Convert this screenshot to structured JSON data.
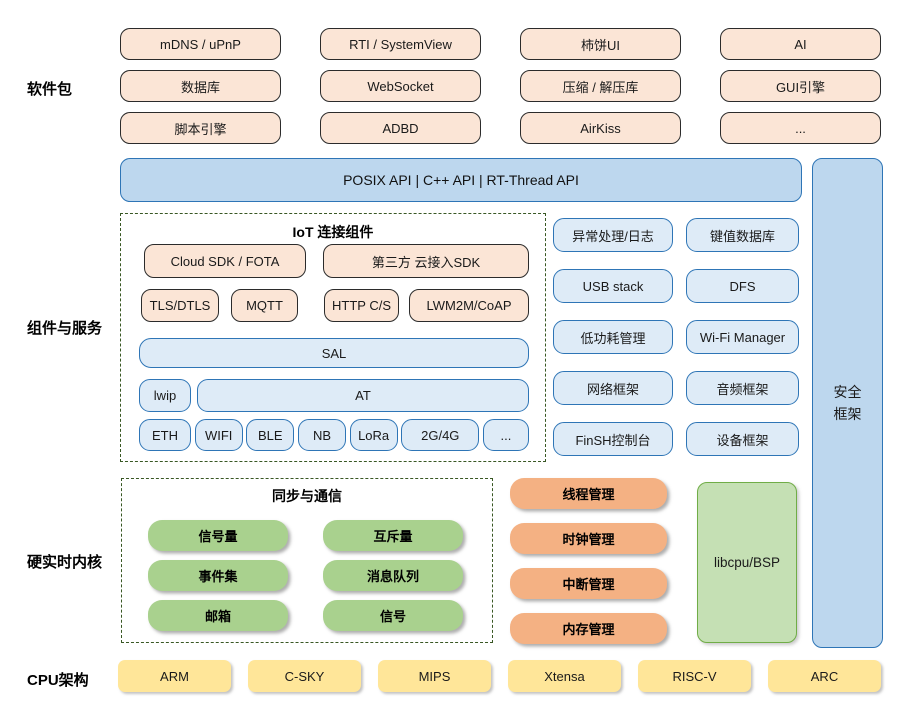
{
  "side_labels": {
    "packages": "软件包",
    "components": "组件与服务",
    "kernel": "硬实时内核",
    "cpu": "CPU架构"
  },
  "packages": {
    "items": [
      "mDNS / uPnP",
      "RTI / SystemView",
      "柿饼UI",
      "AI",
      "数据库",
      "WebSocket",
      "压缩 / 解压库",
      "GUI引擎",
      "脚本引擎",
      "ADBD",
      "AirKiss",
      "..."
    ]
  },
  "api_banner": {
    "label": "POSIX API  |  C++ API  |  RT-Thread API"
  },
  "security": {
    "line1": "安全",
    "line2": "框架"
  },
  "iot": {
    "title": "IoT 连接组件",
    "cloud_sdk": "Cloud SDK / FOTA",
    "third_party": "第三方 云接入SDK",
    "protocols": [
      "TLS/DTLS",
      "MQTT",
      "HTTP C/S",
      "LWM2M/CoAP"
    ],
    "sal": "SAL",
    "lwip": "lwip",
    "at": "AT",
    "links": [
      "ETH",
      "WIFI",
      "BLE",
      "NB",
      "LoRa",
      "2G/4G",
      "..."
    ]
  },
  "services": {
    "items": [
      "异常处理/日志",
      "键值数据库",
      "USB stack",
      "DFS",
      "低功耗管理",
      "Wi-Fi Manager",
      "网络框架",
      "音频框架",
      "FinSH控制台",
      "设备框架"
    ]
  },
  "ipc": {
    "title": "同步与通信",
    "items": [
      "信号量",
      "互斥量",
      "事件集",
      "消息队列",
      "邮箱",
      "信号"
    ]
  },
  "kernel": {
    "items": [
      "线程管理",
      "时钟管理",
      "中断管理",
      "内存管理"
    ],
    "libcpu": "libcpu/BSP"
  },
  "cpu_archs": [
    "ARM",
    "C-SKY",
    "MIPS",
    "Xtensa",
    "RISC-V",
    "ARC"
  ],
  "colors": {
    "peach_fill": "#FBE5D6",
    "blue_fill": "#BDD7EE",
    "light_blue_fill": "#DEEBF7",
    "blue_border": "#2E75B6",
    "green_fill": "#A9D18E",
    "light_green_fill": "#C5E0B4",
    "green_border": "#70AD47",
    "orange_fill": "#F4B183",
    "yellow_fill": "#FFE699",
    "dash_border": "#385723"
  }
}
